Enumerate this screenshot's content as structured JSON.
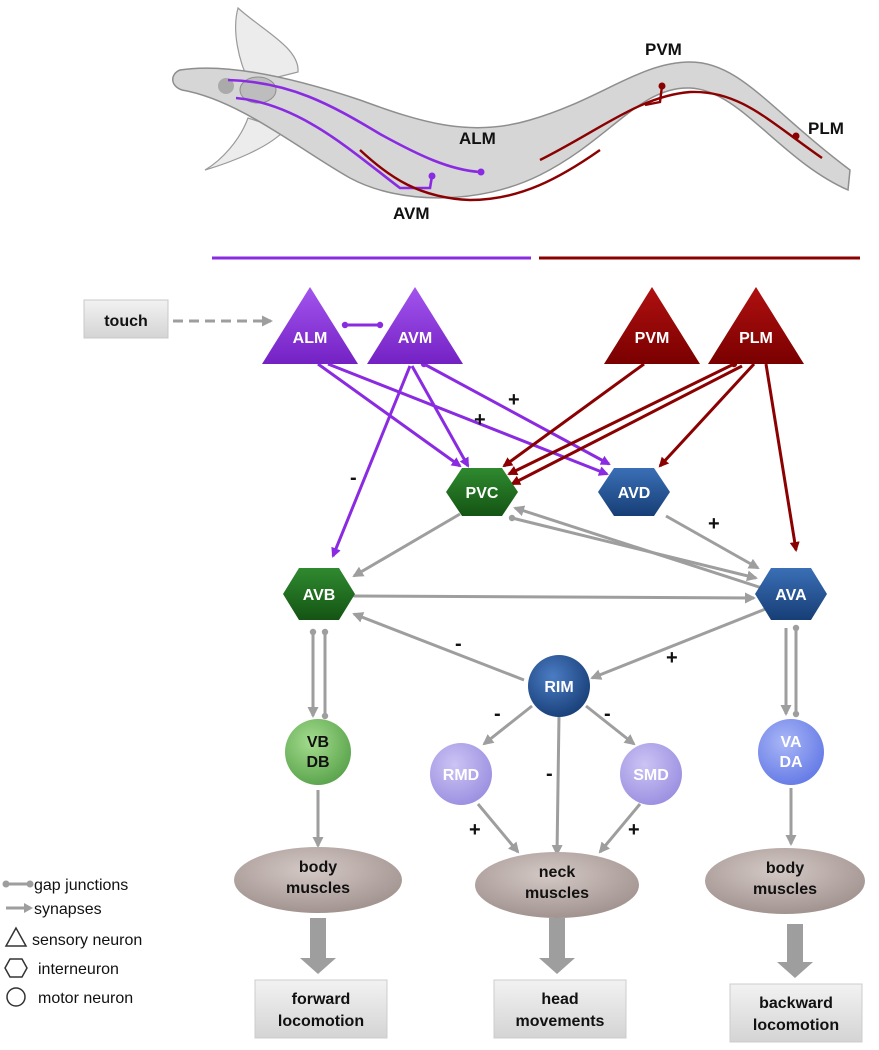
{
  "worm": {
    "labels": {
      "alm": "ALM",
      "avm": "AVM",
      "pvm": "PVM",
      "plm": "PLM"
    },
    "colors": {
      "anterior": "#8a2be2",
      "posterior": "#8b0000",
      "body": "#d6d6d6"
    }
  },
  "input": {
    "touch": "touch"
  },
  "neurons": {
    "sensory": {
      "alm": "ALM",
      "avm": "AVM",
      "pvm": "PVM",
      "plm": "PLM"
    },
    "interneurons": {
      "pvc": "PVC",
      "avd": "AVD",
      "avb": "AVB",
      "ava": "AVA",
      "rim": "RIM"
    },
    "motor": {
      "vb_db": [
        "VB",
        "DB"
      ],
      "rmd": "RMD",
      "smd": "SMD",
      "va_da": [
        "VA",
        "DA"
      ]
    }
  },
  "signs": {
    "plus": "+",
    "minus": "-"
  },
  "muscles": {
    "body_left": [
      "body",
      "muscles"
    ],
    "neck": [
      "neck",
      "muscles"
    ],
    "body_right": [
      "body",
      "muscles"
    ]
  },
  "outputs": {
    "forward": [
      "forward",
      "locomotion"
    ],
    "head": [
      "head",
      "movements"
    ],
    "backward": [
      "backward",
      "locomotion"
    ]
  },
  "legend": {
    "gap": "gap junctions",
    "syn": "synapses",
    "sensory": "sensory neuron",
    "inter": "interneuron",
    "motor": "motor neuron"
  },
  "colors": {
    "purple": "#8a2be2",
    "darkred": "#8b0000",
    "gray": "#9e9e9e",
    "green_dark": "#1f6b1f",
    "blue_dark": "#1e4d8c",
    "green_light": "#7cc46a",
    "lavender": "#b0a6e8",
    "periwinkle": "#8296ee",
    "muscle": "#b8aaa6"
  }
}
